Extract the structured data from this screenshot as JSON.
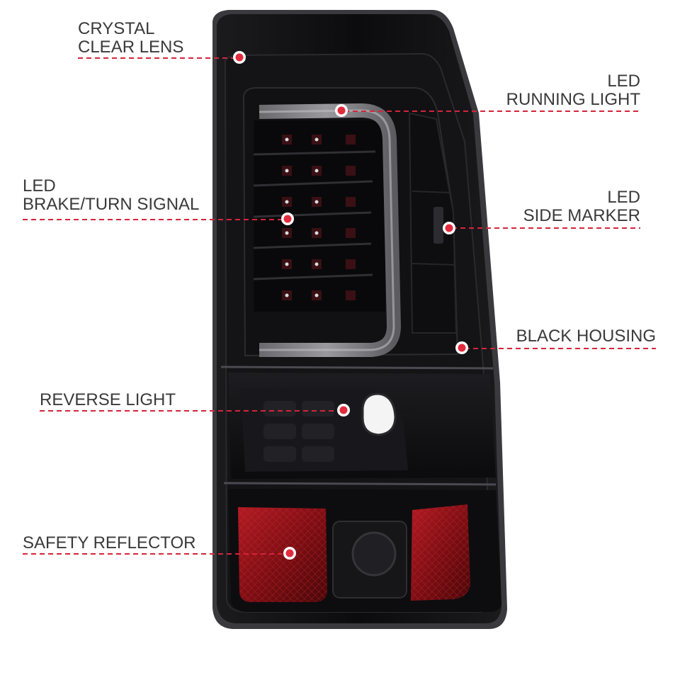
{
  "colors": {
    "callout_line": "#d6243a",
    "callout_dot": "#e32b3e",
    "text": "#3a3a3a",
    "housing": "#0f0f11",
    "reflector": "#8f1016"
  },
  "callouts": [
    {
      "id": "crystal-clear-lens",
      "lines": [
        "CRYSTAL",
        "CLEAR LENS"
      ]
    },
    {
      "id": "led-running-light",
      "lines": [
        "LED",
        "RUNNING LIGHT"
      ]
    },
    {
      "id": "led-brake-turn-signal",
      "lines": [
        "LED",
        "BRAKE/TURN SIGNAL"
      ]
    },
    {
      "id": "led-side-marker",
      "lines": [
        "LED",
        "SIDE MARKER"
      ]
    },
    {
      "id": "black-housing",
      "lines": [
        "BLACK HOUSING"
      ]
    },
    {
      "id": "reverse-light",
      "lines": [
        "REVERSE LIGHT"
      ]
    },
    {
      "id": "safety-reflector",
      "lines": [
        "SAFETY REFLECTOR"
      ]
    }
  ]
}
